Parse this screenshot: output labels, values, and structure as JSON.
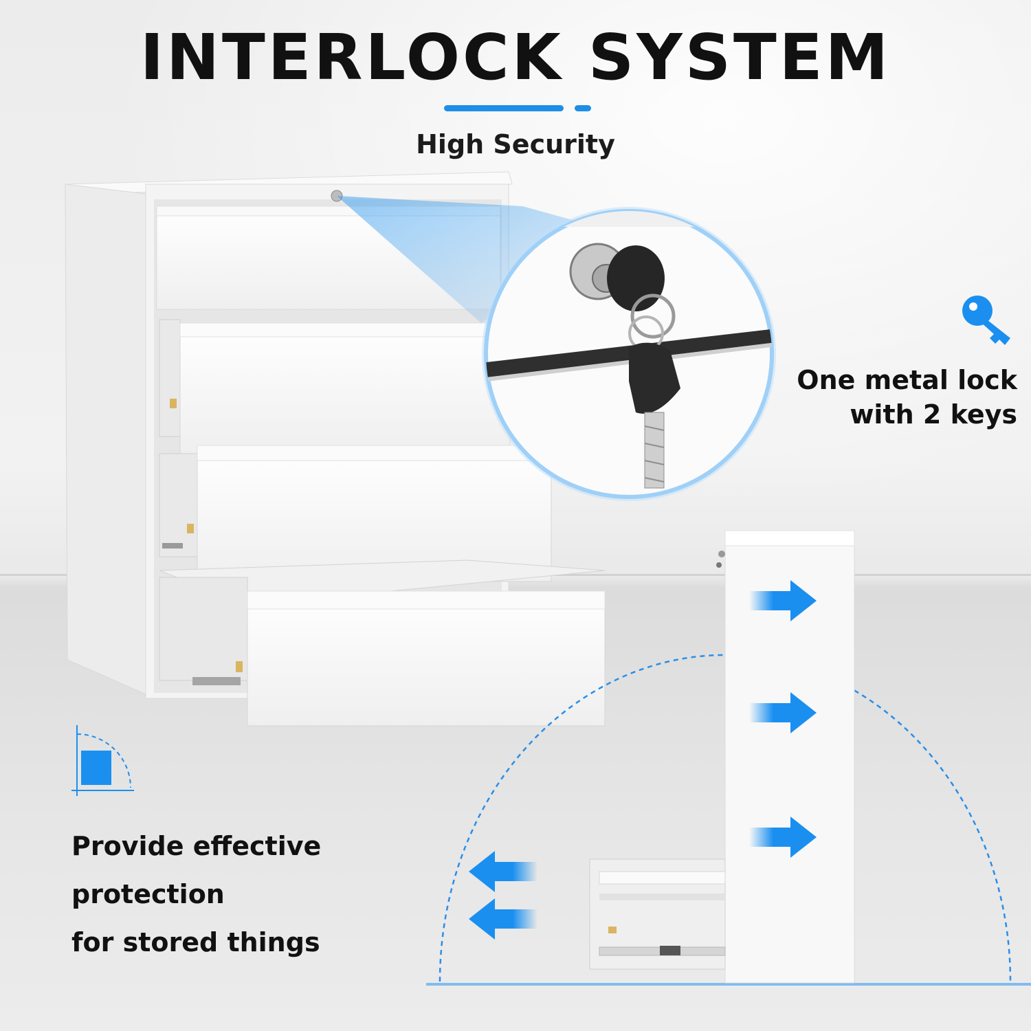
{
  "header": {
    "title": "INTERLOCK SYSTEM",
    "subtitle": "High Security"
  },
  "features": {
    "lock_line1": "One metal lock",
    "lock_line2": "with 2 keys",
    "protect_line1": "Provide effective",
    "protect_line2": "protection",
    "protect_line3": "for stored things"
  },
  "icons": {
    "lock_feature": "key-icon",
    "protection_feature": "corner-protection-icon"
  },
  "colors": {
    "accent": "#1e8ee6",
    "arrow": "#1a8ff0",
    "cabinet": "#f7f7f7",
    "key_black": "#2a2a2a"
  }
}
